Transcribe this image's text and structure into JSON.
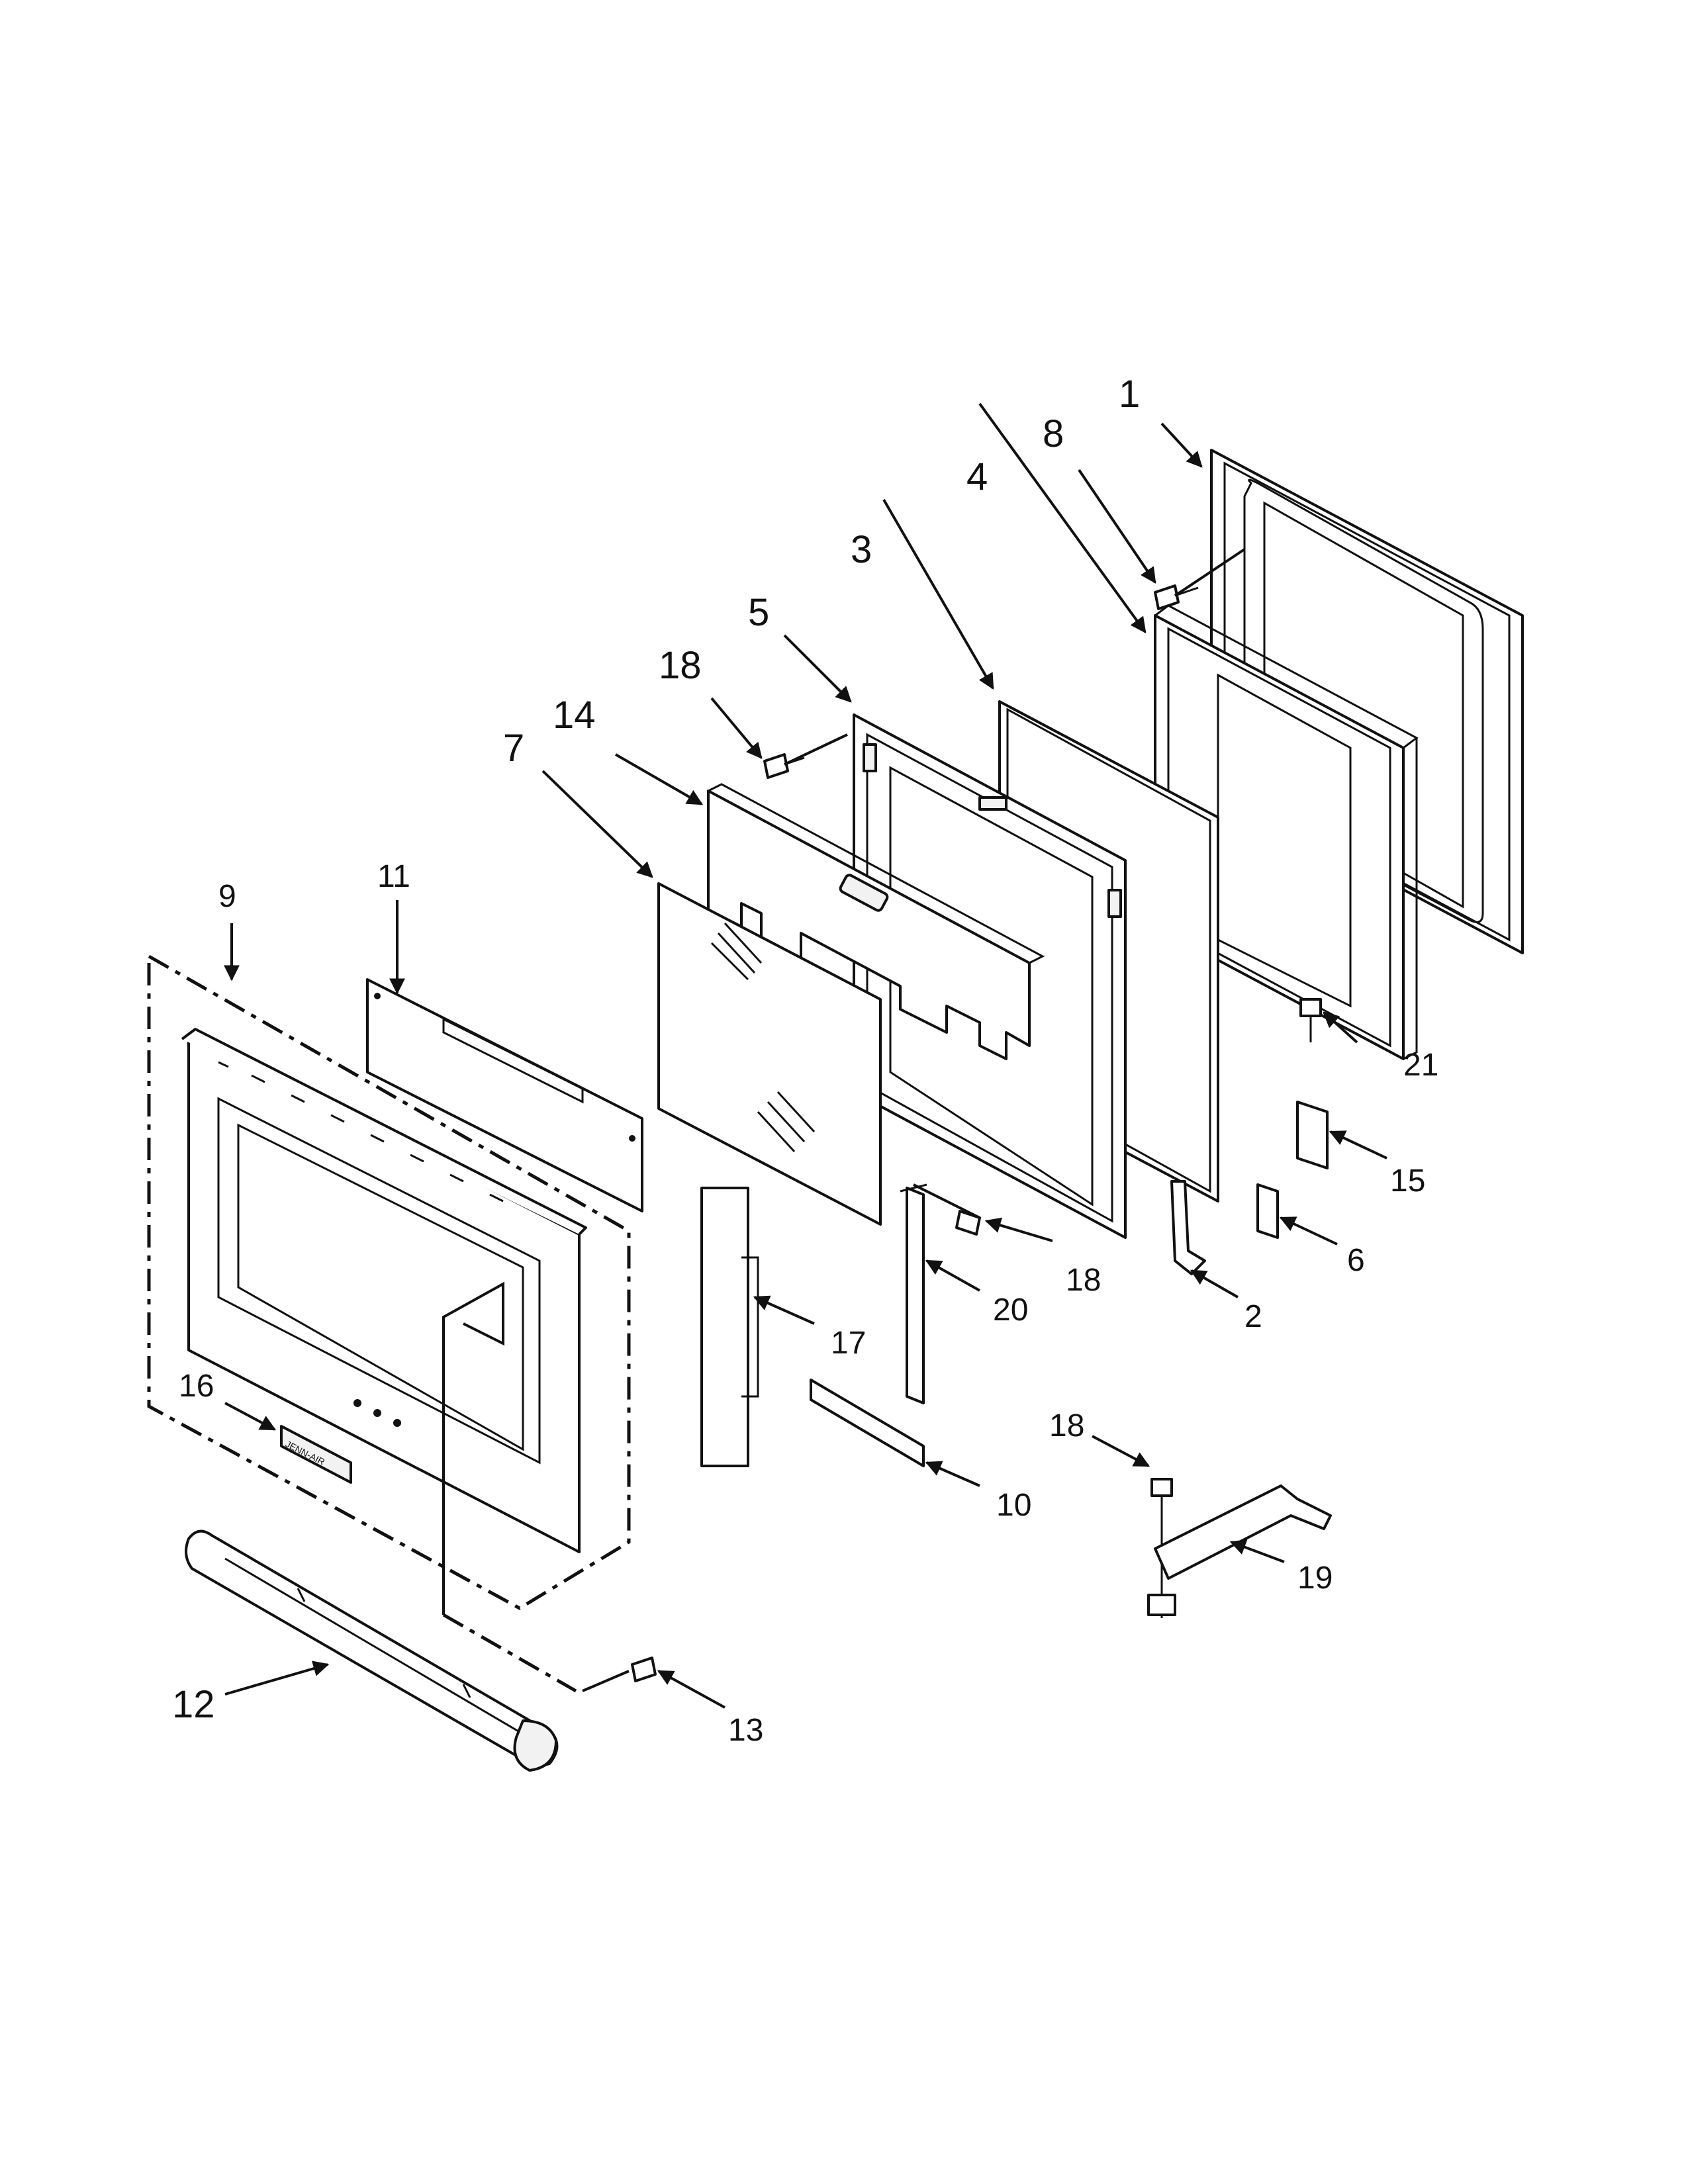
{
  "diagram": {
    "callouts": [
      {
        "id": "c1",
        "label": "1"
      },
      {
        "id": "c2",
        "label": "2"
      },
      {
        "id": "c3",
        "label": "3"
      },
      {
        "id": "c4",
        "label": "4"
      },
      {
        "id": "c5",
        "label": "5"
      },
      {
        "id": "c6",
        "label": "6"
      },
      {
        "id": "c7",
        "label": "7"
      },
      {
        "id": "c8",
        "label": "8"
      },
      {
        "id": "c9",
        "label": "9"
      },
      {
        "id": "c10",
        "label": "10"
      },
      {
        "id": "c11",
        "label": "11"
      },
      {
        "id": "c12",
        "label": "12"
      },
      {
        "id": "c13",
        "label": "13"
      },
      {
        "id": "c14",
        "label": "14"
      },
      {
        "id": "c15",
        "label": "15"
      },
      {
        "id": "c16",
        "label": "16"
      },
      {
        "id": "c17",
        "label": "17"
      },
      {
        "id": "c18a",
        "label": "18"
      },
      {
        "id": "c18b",
        "label": "18"
      },
      {
        "id": "c18c",
        "label": "18"
      },
      {
        "id": "c19",
        "label": "19"
      },
      {
        "id": "c20",
        "label": "20"
      },
      {
        "id": "c21",
        "label": "21"
      }
    ],
    "brand_badge": "JENN-AIR"
  }
}
